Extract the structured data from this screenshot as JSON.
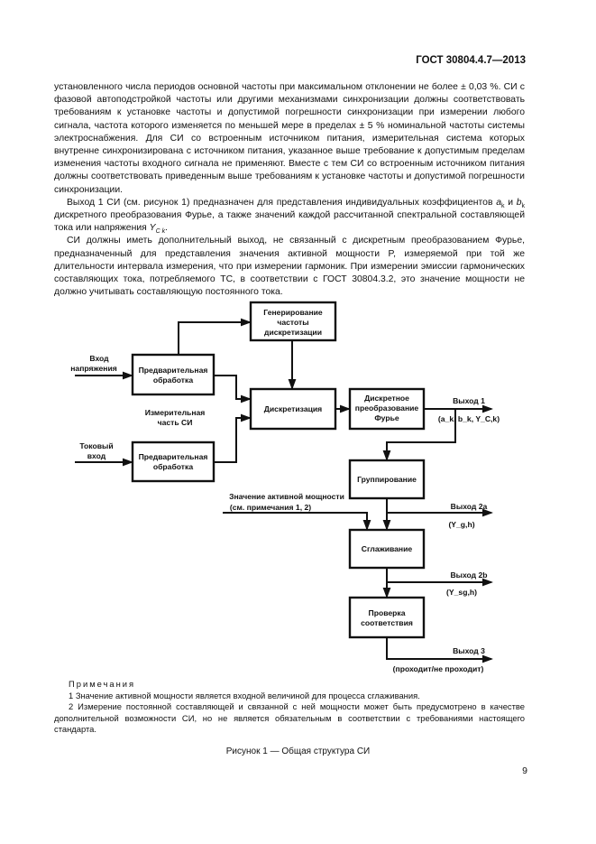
{
  "header": {
    "doc_id": "ГОСТ 30804.4.7—2013"
  },
  "paragraphs": [
    "установленного числа периодов основной частоты при максимальном отклонении не более ± 0,03 %. СИ с фазовой автоподстройкой частоты или другими механизмами синхронизации должны соответствовать требованиям к установке частоты и допустимой погрешности синхронизации при измерении любого сигнала, частота которого изменяется по меньшей мере в пределах ± 5 % номинальной частоты системы электроснабжения. Для СИ со встроенным источником питания, измерительная система которых внутренне синхронизирована с источником питания, указанное выше требование к допустимым пределам изменения частоты входного сигнала не применяют. Вместе с тем СИ со встроенным источником питания должны соответствовать приведенным выше требованиям к установке частоты и допустимой погрешности синхронизации.",
    "СИ должны иметь дополнительный выход, не связанный с дискретным преобразованием Фурье, предназначенный для представления значения активной мощности P, измеряемой при той же длительности интервала измерения, что при измерении гармоник. При измерении эмиссии гармонических составляющих тока, потребляемого ТС, в соответствии с ГОСТ 30804.3.2, это значение мощности не должно учитывать составляющую постоянного тока."
  ],
  "para2": {
    "part1": "Выход 1 СИ (см. рисунок 1) предназначен для представления индивидуальных коэффициентов ",
    "ak": "a",
    "k": "k",
    "and": " и ",
    "bk": "b",
    "part2": " дискретного преобразования Фурье, а также значений каждой рассчитанной спектральной составляющей тока или напряжения ",
    "Y": "Y",
    "Ysub": "C k",
    "end": "."
  },
  "diagram": {
    "blocks": {
      "gen": [
        "Генерирование",
        "частоты",
        "дискретизации"
      ],
      "pre1": [
        "Предварительная",
        "обработка"
      ],
      "pre2": [
        "Предварительная",
        "обработка"
      ],
      "discr": "Дискретизация",
      "dft": [
        "Дискретное",
        "преобразование",
        "Фурье"
      ],
      "group": "Группирование",
      "smooth": "Сглаживание",
      "check": [
        "Проверка",
        "соответствия"
      ]
    },
    "labels": {
      "voltage_in": [
        "Вход",
        "напряжения"
      ],
      "current_in": [
        "Токовый",
        "вход"
      ],
      "meas_part": [
        "Измерительная",
        "часть СИ"
      ],
      "power": [
        "Значение активной мощности",
        "(см. примечания 1, 2)"
      ],
      "out1": "Выход 1",
      "out1_sub": "(a_k, b_k, Y_C,k)",
      "out2a": "Выход 2a",
      "out2a_sub": "(Y_g,h)",
      "out2b": "Выход 2b",
      "out2b_sub": "(Y_sg,h)",
      "out3": "Выход 3",
      "out3_sub": "(проходит/не проходит)"
    }
  },
  "notes": {
    "title": "Примечания",
    "items": [
      "1 Значение активной мощности является входной величиной для процесса сглаживания.",
      "2 Измерение постоянной составляющей и связанной с ней мощности может быть предусмотрено в качестве дополнительной возможности СИ, но не является обязательным в соответствии с требованиями настоящего стандарта."
    ]
  },
  "caption": "Рисунок 1 — Общая структура СИ",
  "page_number": "9"
}
